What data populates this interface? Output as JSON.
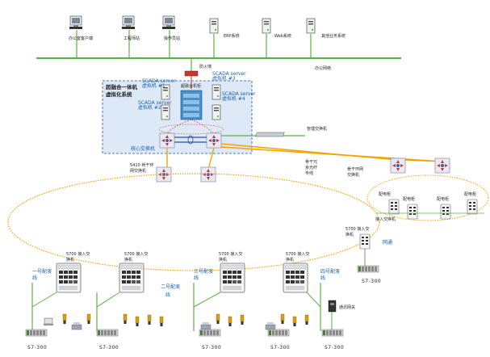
{
  "top_row": {
    "office_pc": "办公室客户端",
    "engineer_station": "工程师站",
    "operator_station": "操作员站",
    "erp_system": "ERP系统",
    "web_system": "Web系统",
    "other_system": "其他业务系统",
    "office_network": "办公网络"
  },
  "firewall": "防火墙",
  "virtual_box": {
    "title_line1": "超融合一体机",
    "title_line2": "虚拟化系统",
    "vm1a": "SCADA server",
    "vm1b": "虚拟机 #1",
    "vm2a": "SCADA server",
    "vm2b": "虚拟机 #2",
    "vm3a": "SCADA server",
    "vm3b": "虚拟机 #3",
    "vm4a": "SCADA server",
    "vm4b": "虚拟机 #4",
    "hci_label": "超融合机柜",
    "core_switch": "核心交换机"
  },
  "mgmt_switch": "管理交换机",
  "ring": {
    "backbone_switch_line1": "5410 骨干环",
    "backbone_switch_line2": "网交换机",
    "redundant_fiber_line1": "骨干冗",
    "redundant_fiber_line2": "余光纤",
    "redundant_fiber_line3": "专线",
    "secondary_ring_line1": "骨干环网",
    "secondary_ring_line2": "交换机"
  },
  "right_cluster": {
    "dist1": "配电柜",
    "dist2": "配电柜",
    "dist3": "配电柜",
    "dist4": "配电柜",
    "access_switch": "接入交换机",
    "s5700_line1": "5700 接入交",
    "s5700_line2": "换机",
    "link": "网通",
    "plc": "S7-300"
  },
  "bottom": {
    "sw1_line1": "5700 接入交",
    "sw1_line2": "换机",
    "sw2_line1": "5700 接入交",
    "sw2_line2": "换机",
    "sw3_line1": "5700 接入交",
    "sw3_line2": "换机",
    "sw4_line1": "5700 接入交",
    "sw4_line2": "换机",
    "line1a": "一号配液",
    "line1b": "线",
    "line2a": "二号配液",
    "line2b": "线",
    "line3a": "三号配液",
    "line3b": "线",
    "line4a": "四号配液",
    "line4b": "线",
    "gateway": "通讯网关",
    "plc1": "S7-300",
    "plc2": "S7-300",
    "plc3": "S7-300",
    "plc4": "S7-300",
    "plc5": "S7-300"
  }
}
